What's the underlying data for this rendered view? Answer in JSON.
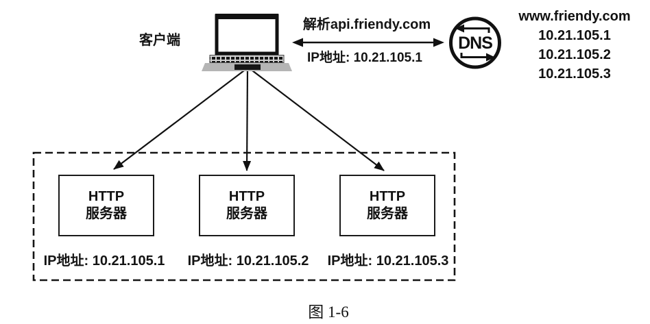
{
  "diagram": {
    "client_label": "客户端",
    "resolve_label": "解析api.friendy.com",
    "ip_result_label": "IP地址: 10.21.105.1",
    "dns_icon_text": "DNS",
    "dns_records": {
      "domain": "www.friendy.com",
      "ip1": "10.21.105.1",
      "ip2": "10.21.105.2",
      "ip3": "10.21.105.3"
    },
    "servers": [
      {
        "line1": "HTTP",
        "line2": "服务器",
        "ip_label": "IP地址: 10.21.105.1"
      },
      {
        "line1": "HTTP",
        "line2": "服务器",
        "ip_label": "IP地址: 10.21.105.2"
      },
      {
        "line1": "HTTP",
        "line2": "服务器",
        "ip_label": "IP地址: 10.21.105.3"
      }
    ],
    "caption": "图 1-6",
    "colors": {
      "ink": "#111111",
      "laptop_base": "#b5b5b5"
    }
  }
}
